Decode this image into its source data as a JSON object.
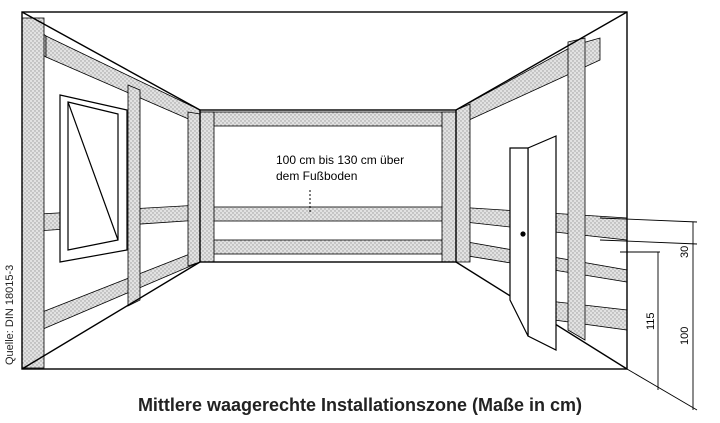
{
  "annotation": {
    "line1": "100 cm bis 130 cm über",
    "line2": "dem Fußboden"
  },
  "dimensions": {
    "label_30": "30",
    "label_115": "115",
    "label_100": "100"
  },
  "source": "Quelle: DIN 18015-3",
  "caption": "Mittlere waagerechte Installationszone (Maße in cm)",
  "colors": {
    "line": "#000000",
    "zone_fill": "#dcdcdc",
    "background": "#ffffff"
  }
}
